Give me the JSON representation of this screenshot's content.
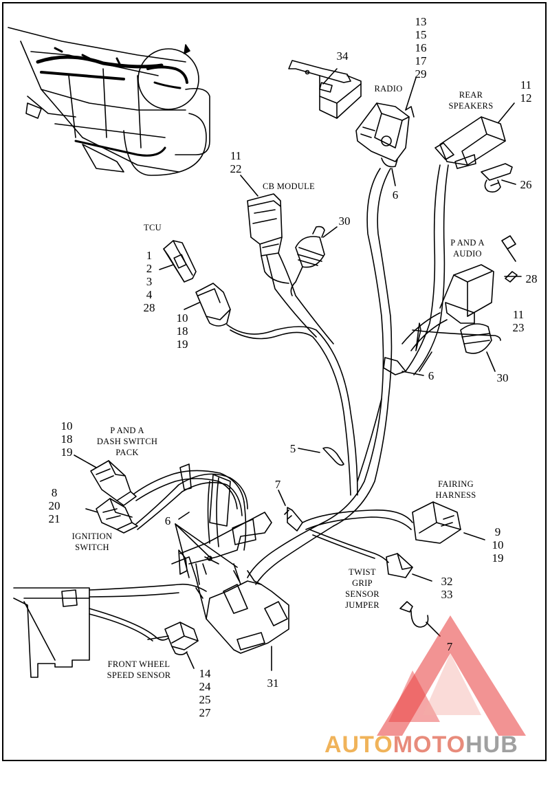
{
  "callouts": {
    "c34": "34",
    "radio_parts": "13\n15\n16\n17\n29",
    "rear_parts": "11\n12",
    "c6_radio": "6",
    "c26": "26",
    "cb_parts": "11\n22",
    "c30_top": "30",
    "tcu_parts": "1\n2\n3\n4\n28",
    "tcu_conn_parts": "10\n18\n19",
    "c28": "28",
    "pa_audio_parts": "11\n23",
    "c6_mid": "6",
    "c30_right": "30",
    "dash_parts": "10\n18\n19",
    "c5": "5",
    "c7_top": "7",
    "ign_parts": "8\n20\n21",
    "c6_left": "6",
    "fairing_parts": "9\n10\n19",
    "twist_parts": "32\n33",
    "c7_bottom": "7",
    "fws_parts": "14\n24\n25\n27",
    "c31": "31"
  },
  "captions": {
    "radio": "RADIO",
    "rear_speakers": "REAR\nSPEAKERS",
    "cb_module": "CB MODULE",
    "tcu": "TCU",
    "p_and_a_audio": "P AND A\nAUDIO",
    "dash_switch": "P AND A\nDASH SWITCH\nPACK",
    "ignition": "IGNITION\nSWITCH",
    "fairing_harness": "FAIRING\nHARNESS",
    "twist_grip": "TWIST\nGRIP\nSENSOR\nJUMPER",
    "front_wheel": "FRONT WHEEL\nSPEED SENSOR"
  },
  "watermark": {
    "part1": "AUTO",
    "part2": "MOTO",
    "part3": "HUB",
    "color1": "#f0b35a",
    "color2": "#e88b7b",
    "color3": "#a0a0a0",
    "triangle_color": "#e83b3b"
  }
}
